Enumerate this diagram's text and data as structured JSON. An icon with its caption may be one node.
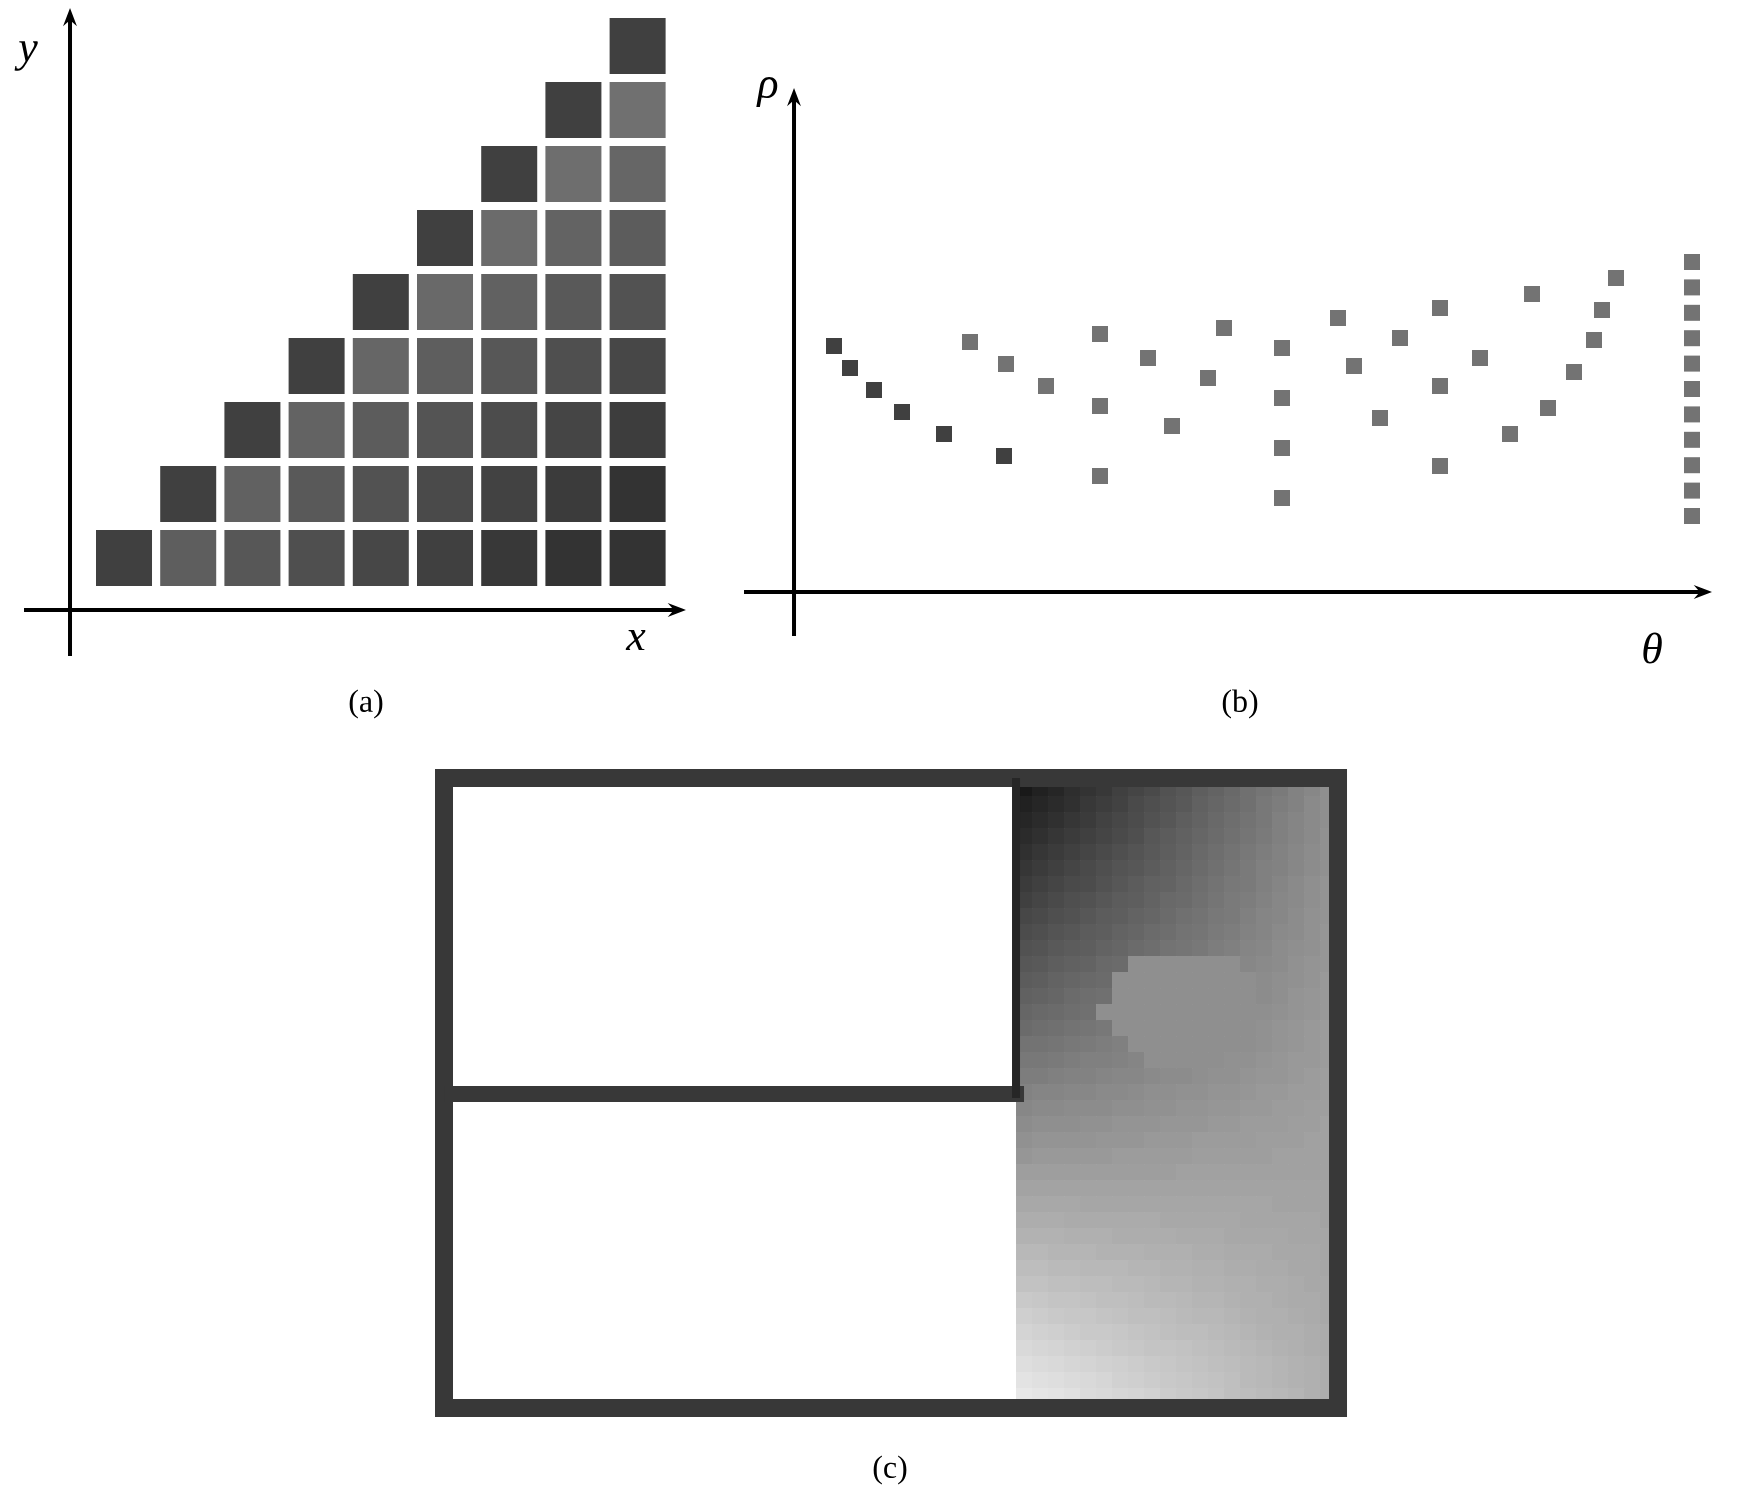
{
  "diagram": {
    "labels": [
      "y",
      "x",
      "(a)",
      "ρ",
      "θ",
      "(b)",
      "(c)"
    ]
  }
}
